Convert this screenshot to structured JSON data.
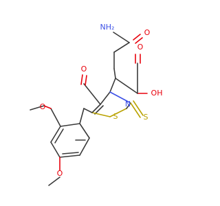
{
  "structure": {
    "atoms": {
      "amide_N": {
        "label": "NH₂",
        "element": "N"
      },
      "amide_O": {
        "label": "O",
        "element": "O"
      },
      "acid_OH": {
        "label": "OH",
        "element": "O"
      },
      "acid_O": {
        "label": "O",
        "element": "O"
      },
      "ring_carbonyl_O": {
        "label": "O",
        "element": "O"
      },
      "ring_N": {
        "label": "N",
        "element": "N"
      },
      "ring_S": {
        "label": "S",
        "element": "S"
      },
      "thioxo_S": {
        "label": "S",
        "element": "S"
      },
      "methoxy_O_ortho": {
        "label": "O",
        "element": "O"
      },
      "methoxy_O_para": {
        "label": "O",
        "element": "O"
      }
    },
    "colors": {
      "bond": "#3a3a3a",
      "oxygen": "#e8000b",
      "nitrogen": "#3c50e6",
      "sulfur": "#b9a200"
    }
  }
}
